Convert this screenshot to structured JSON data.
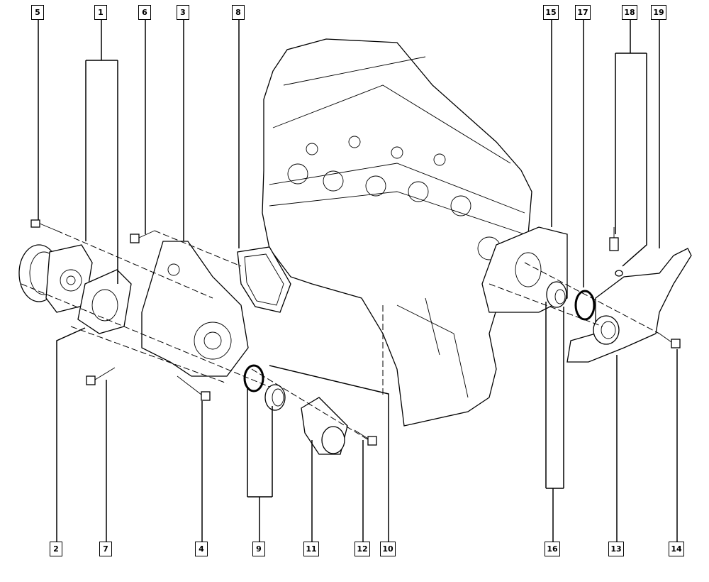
{
  "diagram": {
    "title": "Engine cooling parts exploded view",
    "callouts_top": [
      "5",
      "1",
      "6",
      "3",
      "8",
      "15",
      "17",
      "18",
      "19"
    ],
    "callouts_bottom": [
      "2",
      "7",
      "4",
      "9",
      "11",
      "12",
      "10",
      "16",
      "13",
      "14"
    ]
  }
}
